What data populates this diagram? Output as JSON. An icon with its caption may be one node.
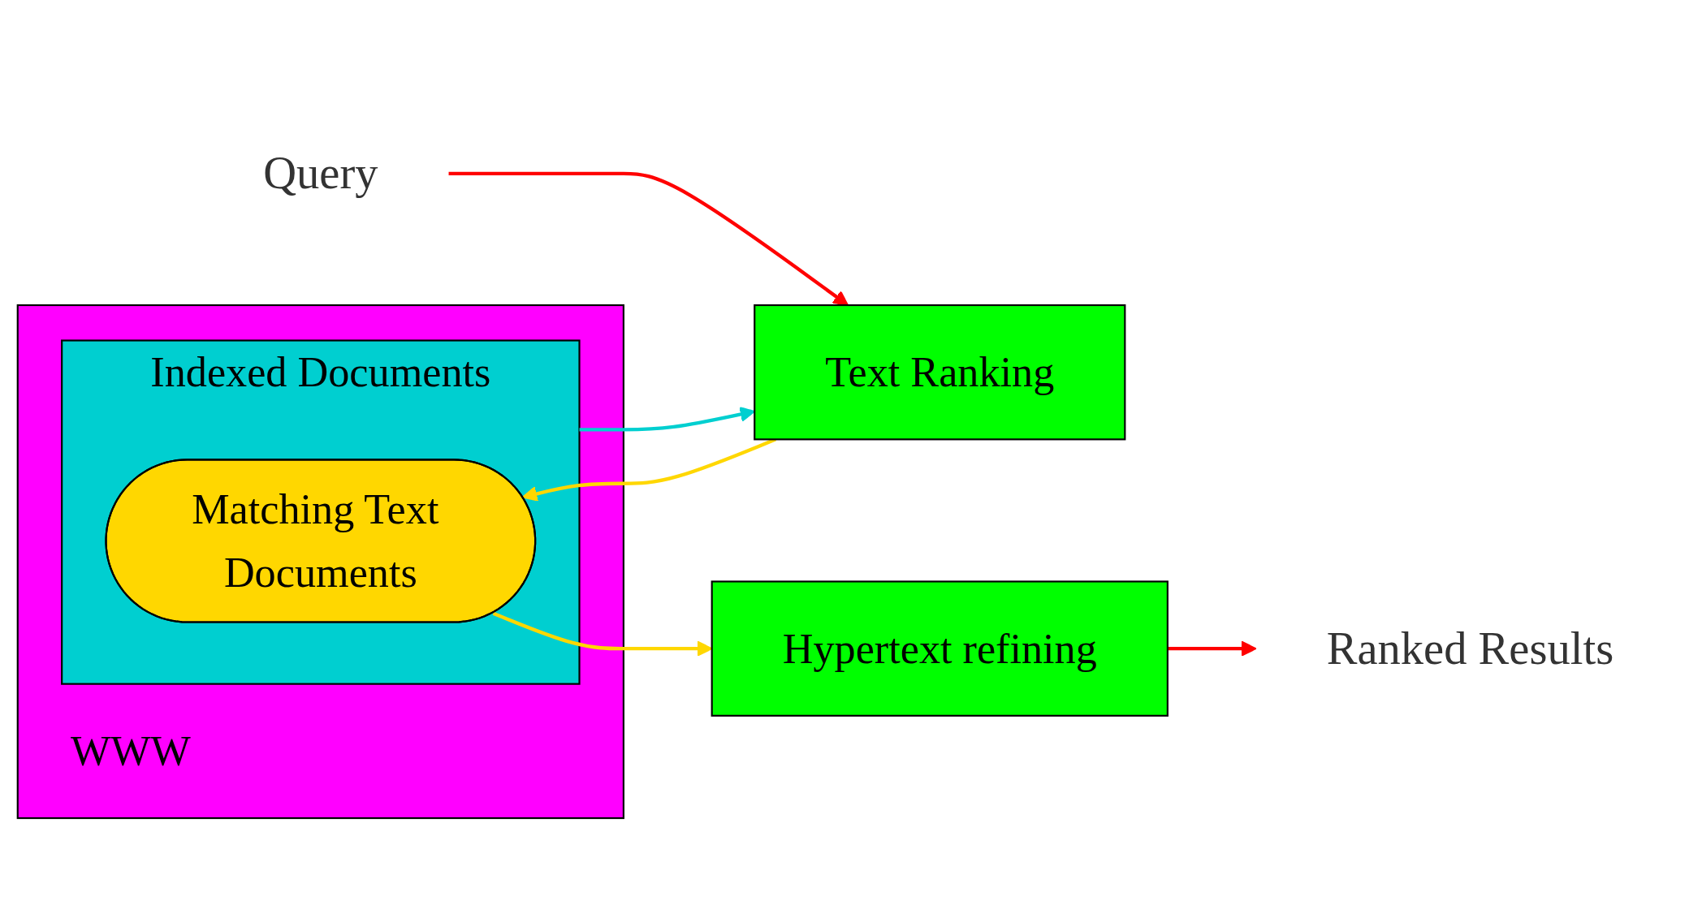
{
  "diagram": {
    "nodes": [
      {
        "text": [
          "WWW"
        ]
      },
      {
        "text": [
          "Indexed Documents"
        ],
        "in": 0
      },
      {
        "text": [
          "Matching Text Documents"
        ],
        "in": 1
      },
      {
        "text": [
          "Query"
        ]
      },
      {
        "text": [
          "Text Ranking"
        ]
      },
      {
        "text": [
          "Hypertext refining"
        ]
      },
      {
        "text": [
          "Ranked Results"
        ]
      }
    ],
    "edges": [
      {
        "from": 1,
        "to": 4,
        "arrow": "to",
        "color": "#00cfd0"
      },
      {
        "from": 3,
        "to": 4,
        "arrow": "to",
        "color": "#ff0000"
      },
      {
        "from": 4,
        "to": 2,
        "arrow": "to",
        "color": "#ffd700"
      },
      {
        "from": 2,
        "to": 5,
        "arrow": "to",
        "color": "#ffd700"
      },
      {
        "from": 5,
        "to": 6,
        "arrow": "to",
        "color": "#ff0000"
      }
    ]
  }
}
